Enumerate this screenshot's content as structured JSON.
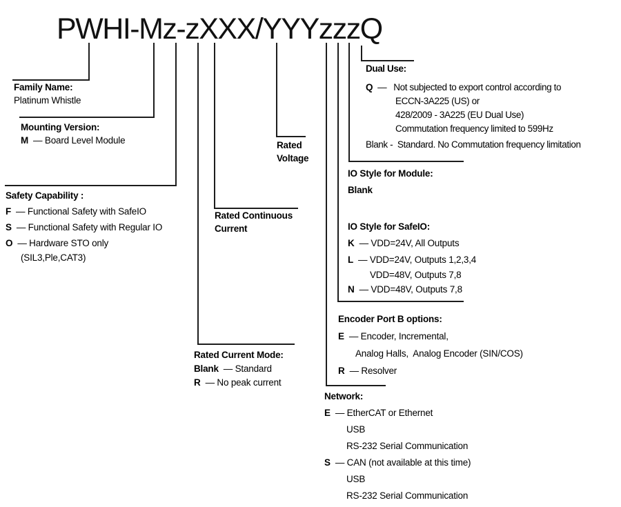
{
  "title": "PWHI-Mz-zXXX/YYYzzzQ",
  "colors": {
    "line": "#1c1c1c",
    "text": "#000000",
    "background": "#ffffff"
  },
  "sections": {
    "family": {
      "heading": "Family Name:",
      "value": "Platinum Whistle"
    },
    "mounting": {
      "heading": "Mounting Version:",
      "items": [
        {
          "key": "M",
          "text": "— Board Level Module"
        }
      ]
    },
    "safety": {
      "heading": "Safety Capability :",
      "items": [
        {
          "key": "F",
          "text": "— Functional Safety with SafeIO"
        },
        {
          "key": "S",
          "text": "— Functional Safety with Regular IO"
        },
        {
          "key": "O",
          "text": "— Hardware STO only"
        },
        {
          "key": "",
          "text": "(SIL3,Ple,CAT3)"
        }
      ]
    },
    "rated_continuous_current": {
      "label_line1": "Rated Continuous",
      "label_line2": "Current"
    },
    "rated_voltage": {
      "label_line1": "Rated",
      "label_line2": "Voltage"
    },
    "rated_current_mode": {
      "heading": "Rated Current Mode:",
      "items": [
        {
          "key": "Blank",
          "text": "— Standard"
        },
        {
          "key": "R",
          "text": "— No peak current"
        }
      ]
    },
    "network": {
      "heading": "Network:",
      "items": [
        {
          "key": "E",
          "text": "— EtherCAT or Ethernet"
        },
        {
          "key": "",
          "text": "USB"
        },
        {
          "key": "",
          "text": "RS-232 Serial Communication"
        },
        {
          "key": "S",
          "text": "— CAN (not available at this time)"
        },
        {
          "key": "",
          "text": "USB"
        },
        {
          "key": "",
          "text": "RS-232 Serial Communication"
        }
      ]
    },
    "encoder_port_b": {
      "heading": "Encoder Port B options:",
      "items": [
        {
          "key": "E",
          "text": "— Encoder, Incremental,"
        },
        {
          "key": "",
          "text": "Analog Halls,  Analog Encoder (SIN/COS)"
        },
        {
          "key": "R",
          "text": "— Resolver"
        }
      ]
    },
    "io_style_module": {
      "heading": "IO Style for Module:",
      "value": "Blank"
    },
    "io_style_safeio": {
      "heading": "IO Style for SafeIO:",
      "items": [
        {
          "key": "K",
          "text": "— VDD=24V, All Outputs"
        },
        {
          "key": "L",
          "text": "— VDD=24V, Outputs 1,2,3,4"
        },
        {
          "key": "",
          "text": "VDD=48V, Outputs 7,8"
        },
        {
          "key": "N",
          "text": "— VDD=48V, Outputs 7,8"
        }
      ]
    },
    "dual_use": {
      "heading": "Dual Use:",
      "items": [
        {
          "key": "Q",
          "text": "—   Not subjected to export control according to"
        },
        {
          "key": "",
          "text": "ECCN-3A225 (US) or"
        },
        {
          "key": "",
          "text": "428/2009 - 3A225 (EU Dual Use)"
        },
        {
          "key": "",
          "text": "Commutation frequency limited to 599Hz"
        },
        {
          "key": "",
          "text": "Blank -  Standard. No Commutation frequency limitation"
        }
      ]
    }
  }
}
